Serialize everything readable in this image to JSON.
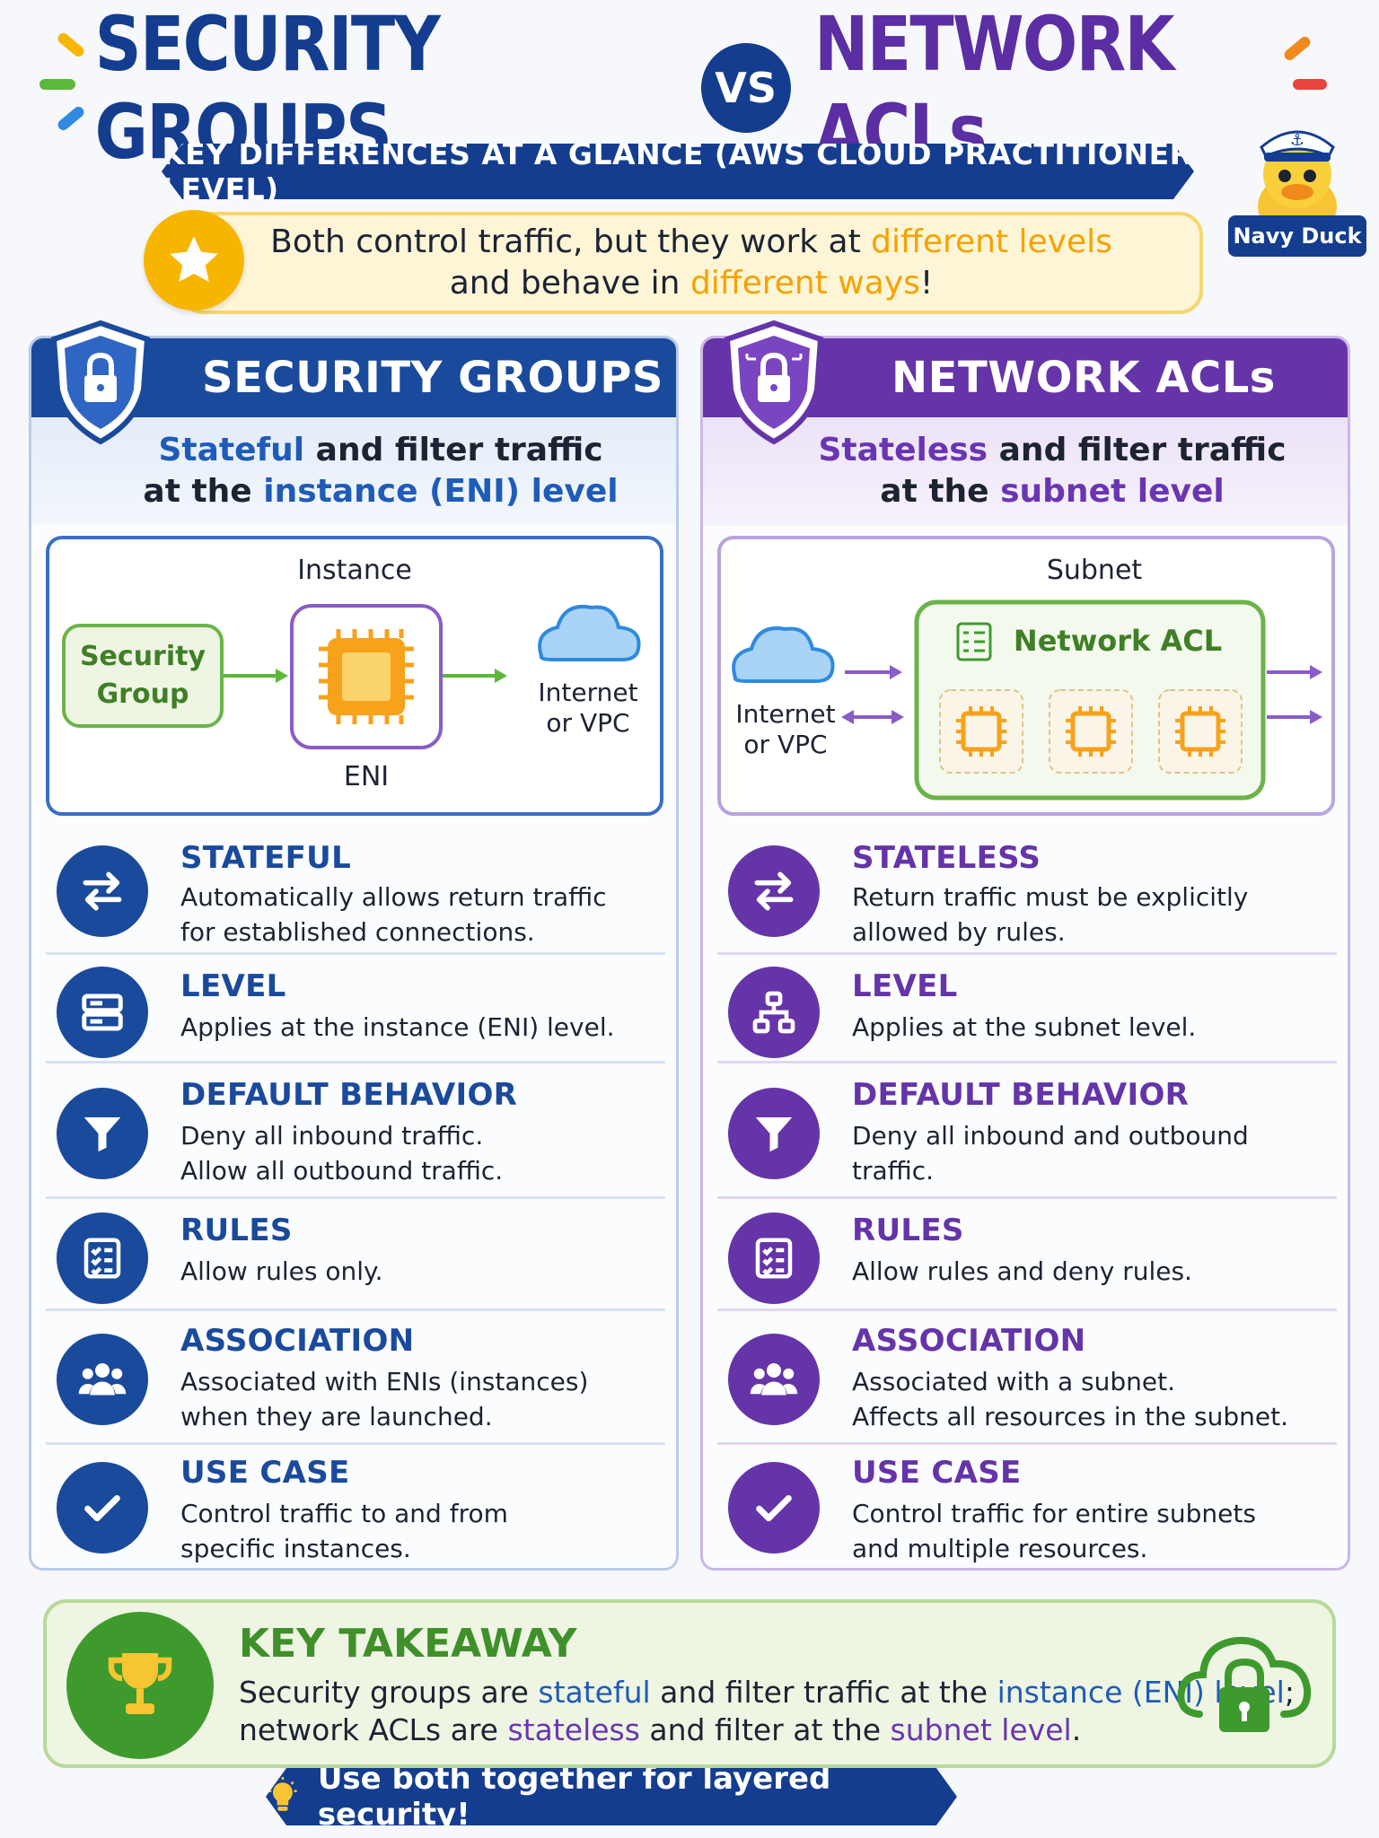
{
  "header": {
    "title_left": "SECURITY GROUPS",
    "vs": "VS",
    "title_right": "NETWORK ACLs",
    "subtitle": "KEY DIFFERENCES AT A GLANCE (AWS CLOUD PRACTITIONER LEVEL)",
    "mascot_label": "Navy Duck"
  },
  "intro": {
    "line1_a": "Both control traffic, but they work at ",
    "line1_hl": "different levels",
    "line2_a": "and behave in ",
    "line2_hl": "different ways",
    "line2_b": "!"
  },
  "security_groups": {
    "heading": "SECURITY GROUPS",
    "sub1_hl": "Stateful",
    "sub1_b": " and filter traffic",
    "sub2_a": "at the ",
    "sub2_hl": "instance (ENI) level",
    "diagram": {
      "container_label": "Instance",
      "box_label_1": "Security",
      "box_label_2": "Group",
      "chip_label": "ENI",
      "cloud_label_1": "Internet",
      "cloud_label_2": "or VPC"
    },
    "features": [
      {
        "icon": "swap-arrows-icon",
        "title": "STATEFUL",
        "line1": "Automatically allows return traffic",
        "line2": "for established connections."
      },
      {
        "icon": "server-icon",
        "title": "LEVEL",
        "line1": "Applies at the instance (ENI) level.",
        "line2": ""
      },
      {
        "icon": "filter-icon",
        "title": "DEFAULT BEHAVIOR",
        "line1": "Deny all inbound traffic.",
        "line2": "Allow all outbound traffic."
      },
      {
        "icon": "checklist-icon",
        "title": "RULES",
        "line1": "Allow rules only.",
        "line2": ""
      },
      {
        "icon": "users-icon",
        "title": "ASSOCIATION",
        "line1": "Associated with ENIs (instances)",
        "line2": "when they are launched."
      },
      {
        "icon": "checkmark-icon",
        "title": "USE CASE",
        "line1": "Control traffic to and from",
        "line2": "specific instances."
      }
    ]
  },
  "network_acls": {
    "heading": "NETWORK ACLs",
    "sub1_hl": "Stateless",
    "sub1_b": " and filter traffic",
    "sub2_a": "at the ",
    "sub2_hl": "subnet level",
    "diagram": {
      "container_label": "Subnet",
      "box_label": "Network ACL",
      "cloud_label_1": "Internet",
      "cloud_label_2": "or VPC"
    },
    "features": [
      {
        "icon": "swap-arrows-icon",
        "title": "STATELESS",
        "line1": "Return traffic must be explicitly",
        "line2": "allowed by rules."
      },
      {
        "icon": "network-hierarchy-icon",
        "title": "LEVEL",
        "line1": "Applies at the subnet level.",
        "line2": ""
      },
      {
        "icon": "filter-icon",
        "title": "DEFAULT BEHAVIOR",
        "line1": "Deny all inbound and outbound",
        "line2": "traffic."
      },
      {
        "icon": "checklist-icon",
        "title": "RULES",
        "line1": "Allow rules and deny rules.",
        "line2": ""
      },
      {
        "icon": "users-icon",
        "title": "ASSOCIATION",
        "line1": "Associated with a subnet.",
        "line2": "Affects all resources in the subnet."
      },
      {
        "icon": "checkmark-icon",
        "title": "USE CASE",
        "line1": "Control traffic for entire subnets",
        "line2": "and multiple resources."
      }
    ]
  },
  "takeaway": {
    "title": "KEY TAKEAWAY",
    "l1_a": "Security groups are ",
    "l1_hl1": "stateful",
    "l1_b": " and filter traffic at the ",
    "l1_hl2": "instance (ENI) level",
    "l1_c": ";",
    "l2_a": "network ACLs are ",
    "l2_hl1": "stateless",
    "l2_b": " and filter at the ",
    "l2_hl2": "subnet level",
    "l2_c": ".",
    "banner": "Use both together for layered security!"
  },
  "colors": {
    "navy": "#143d8f",
    "purple": "#6534a8",
    "orange": "#f5a200",
    "green": "#3f9a2e"
  }
}
